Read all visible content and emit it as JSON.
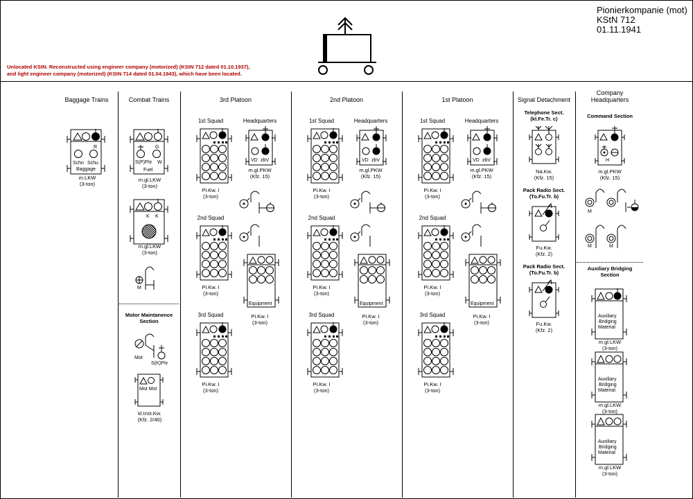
{
  "header": {
    "unit": "Pionierkompanie (mot)",
    "kstn": "KStN 712",
    "date": "01.11.1941",
    "note_line1": "Unlocated KStN. Reconstructed using engineer company (motorized) (KStN 712 dated 01.10.1937),",
    "note_line2": "and light engineer company (motorized) (KStN 714 dated 01.04.1943), which have been located."
  },
  "columns": {
    "baggage": "Baggage Trains",
    "combat": "Combat Trains",
    "p3": "3rd Platoon",
    "p2": "2nd Platoon",
    "p1": "1st Platoon",
    "signal": "Signal Detachment",
    "hq1": "Company",
    "hq2": "Headquarters"
  },
  "squads": {
    "s1": "1st Squad",
    "s2": "2nd Squad",
    "s3": "3rd Squad",
    "hq": "Headquarters"
  },
  "labels": {
    "mlkw": "m.LKW",
    "mgllkw": "m.gl.LKW",
    "three_ton": "(3-ton)",
    "pikw": "Pi.Kw. I",
    "mglpkw": "m.gl.PKW",
    "kfz15": "(Kfz. 15)",
    "equipment": "Equipment",
    "schn": "Schn",
    "schu": "Schu",
    "baggage": "Baggage",
    "r": "R",
    "g": "G",
    "sfhr": "S(P)Fhr",
    "w": "W",
    "fuel": "Fuel",
    "k": "K",
    "m": "M",
    "vd": "VD",
    "zbv": "zbV",
    "mot": "Mot",
    "skfhr": "S(K)Fhr",
    "motmot": "Mot Mot",
    "klinstkw": "kl.Inst.Kw.",
    "kfz240": "(Kfz. 2/40)",
    "h": "H"
  },
  "sections": {
    "motor1": "Motor Maintanence",
    "motor2": "Section",
    "tel1": "Telephone Sect.",
    "tel2": "(kl.Fe.Tr. c)",
    "nakw": "Na.Kw.",
    "pack1": "Pack Radio Sect.",
    "pack2": "(To.Fu.Tr. b)",
    "fukw": "Fu.Kw.",
    "kfz2": "(Kfz. 2)",
    "cmd": "Command Section",
    "aux1": "Auxiliary Bridging",
    "aux2": "Section",
    "auxa": "Auxiliary",
    "auxb": "Bridging",
    "auxc": "Material"
  }
}
